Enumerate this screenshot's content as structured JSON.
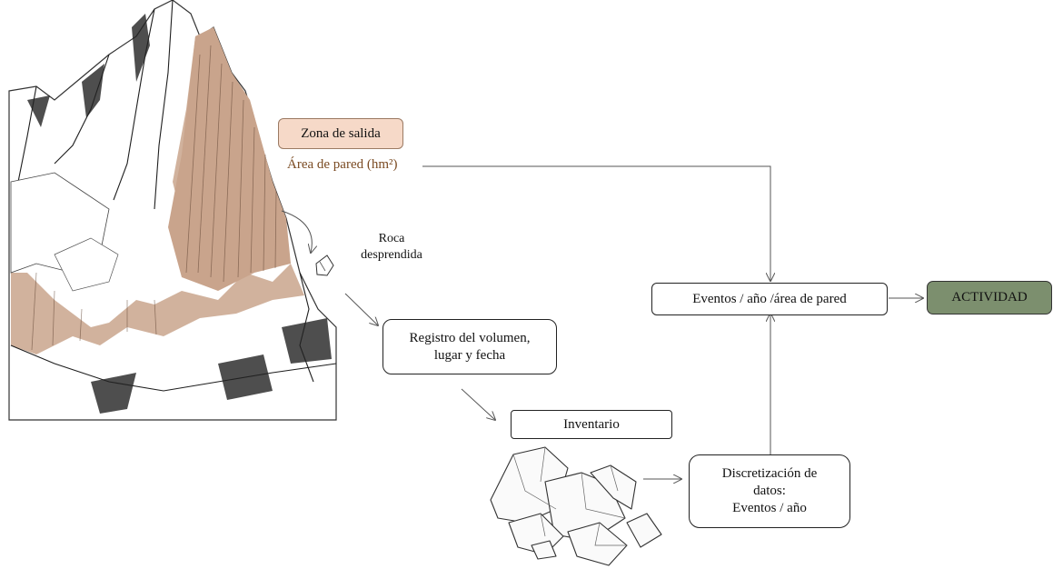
{
  "labels": {
    "zona_salida": "Zona de salida",
    "area_pared": "Área de pared (hm²)",
    "roca": "Roca\ndesprendida",
    "registro": "Registro del volumen,\nlugar y fecha",
    "inventario": "Inventario",
    "discretizacion": "Discretización de\ndatos:\nEventos / año",
    "eventos": "Eventos / año /área de pared",
    "actividad": "ACTIVIDAD"
  },
  "colors": {
    "zona_fill": "#f6d9c8",
    "zona_border": "#9b7a63",
    "area_text": "#7a4a22",
    "actividad_fill": "#7c8f6e",
    "wall_shade": "#c9a48c"
  },
  "icons": [
    "mountain-illustration",
    "rock-fragment-icon",
    "boulder-pile-illustration"
  ]
}
